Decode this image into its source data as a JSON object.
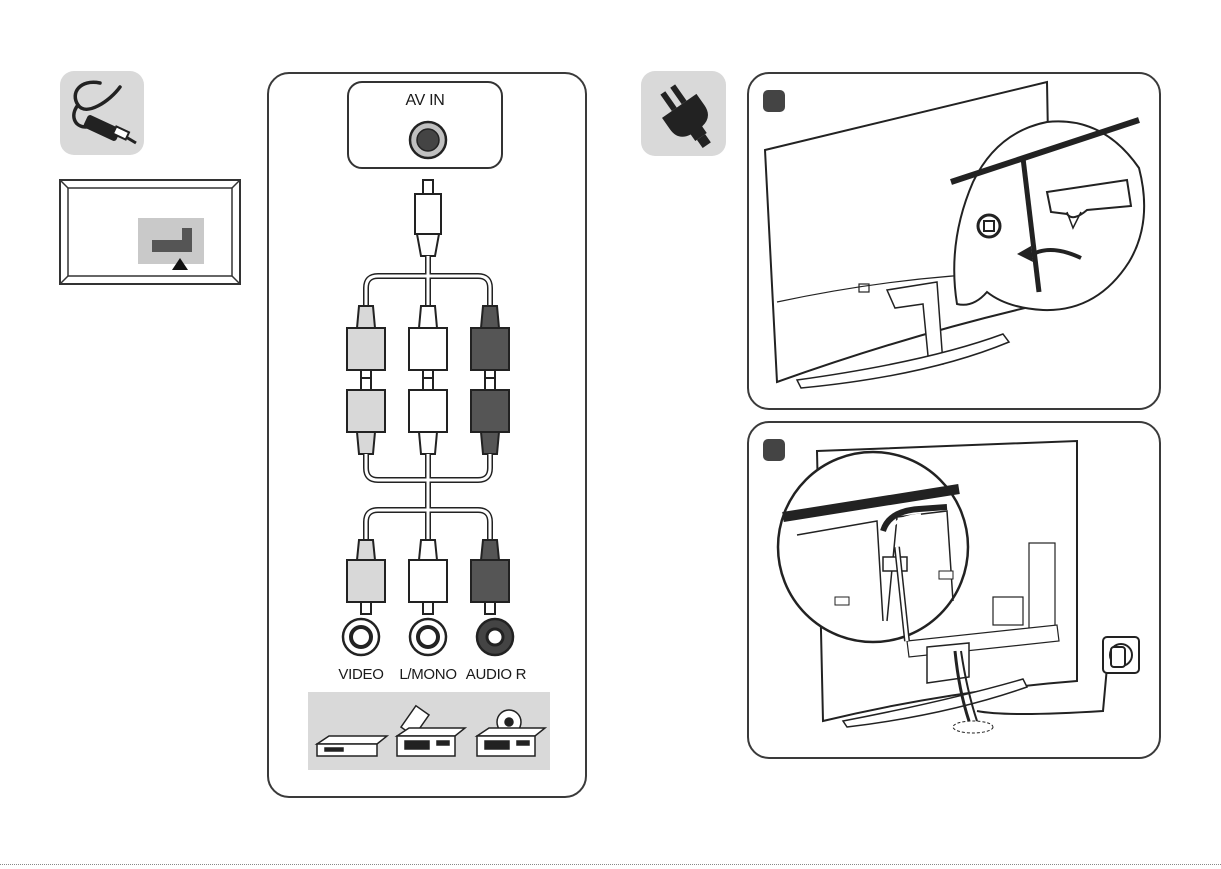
{
  "port_header": {
    "label": "AV IN"
  },
  "jack_labels": {
    "video": "VIDEO",
    "l_mono": "L/MONO",
    "audio_r": "AUDIO R"
  },
  "colors": {
    "tile": "#d9d9d9",
    "plug_light": "#d8d8d8",
    "plug_white": "#ffffff",
    "plug_dark": "#555555",
    "outline": "#222222"
  },
  "icons": {
    "cable": "rca-cable-icon",
    "power": "power-plug-icon",
    "tv_back": "tv-rear-panel-icon",
    "devices": [
      "set-top-box-icon",
      "vcr-icon",
      "dvd-player-icon"
    ]
  }
}
